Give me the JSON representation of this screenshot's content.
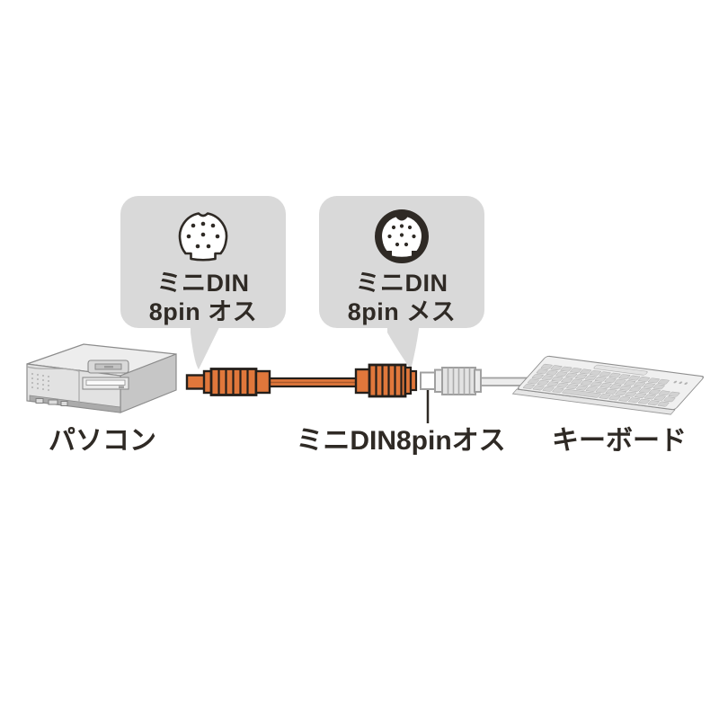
{
  "diagram": {
    "title_hint": "mini-DIN 8pin keyboard extension cable connection diagram",
    "callouts": [
      {
        "icon": "mini-din-8pin-male-icon",
        "line1": "ミニDIN",
        "line2": "8pin オス"
      },
      {
        "icon": "mini-din-8pin-female-icon",
        "line1": "ミニDIN",
        "line2": "8pin メス"
      }
    ],
    "labels": {
      "computer": "パソコン",
      "cable_connector": "ミニDIN8pinオス",
      "keyboard": "キーボード"
    },
    "colors": {
      "cable": "#e0773b",
      "callout_background": "#d9d9d9",
      "ink": "#2f2a25"
    }
  }
}
